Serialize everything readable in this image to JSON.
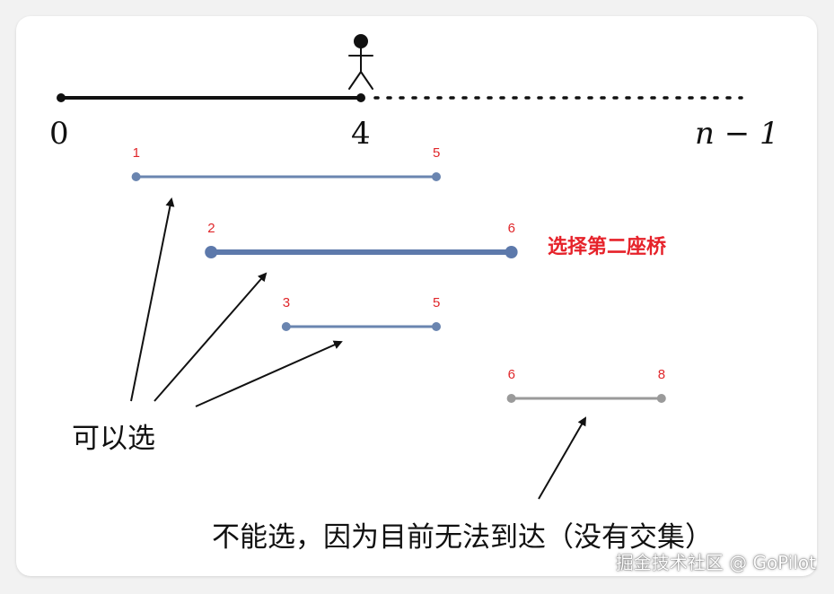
{
  "axis": {
    "label_start": "0",
    "label_pos": "4",
    "label_end": "n − 1"
  },
  "bridges": [
    {
      "start": 1,
      "end": 5,
      "start_label": "1",
      "end_label": "5",
      "color": "#6a85b0",
      "emphasis": false
    },
    {
      "start": 2,
      "end": 6,
      "start_label": "2",
      "end_label": "6",
      "color": "#5d79ab",
      "emphasis": true
    },
    {
      "start": 3,
      "end": 5,
      "start_label": "3",
      "end_label": "5",
      "color": "#6a85b0",
      "emphasis": false
    },
    {
      "start": 6,
      "end": 8,
      "start_label": "6",
      "end_label": "8",
      "color": "#9a9a9a",
      "emphasis": false
    }
  ],
  "notes": {
    "selected": "选择第二座桥",
    "can_choose": "可以选",
    "cannot_choose": "不能选，因为目前无法到达（没有交集）"
  },
  "colors": {
    "label_red": "#e6222a",
    "ink": "#111111"
  },
  "icons": {
    "walker": "stick-figure-icon"
  },
  "watermark": "掘金技术社区 @ GoPilot"
}
